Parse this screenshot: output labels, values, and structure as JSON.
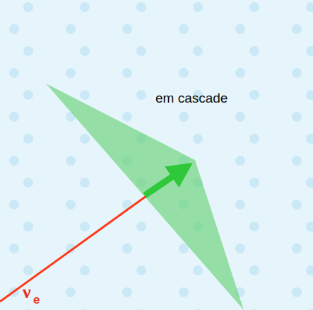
{
  "diagram": {
    "labels": [
      "em cascade",
      "ν",
      "e"
    ]
  }
}
